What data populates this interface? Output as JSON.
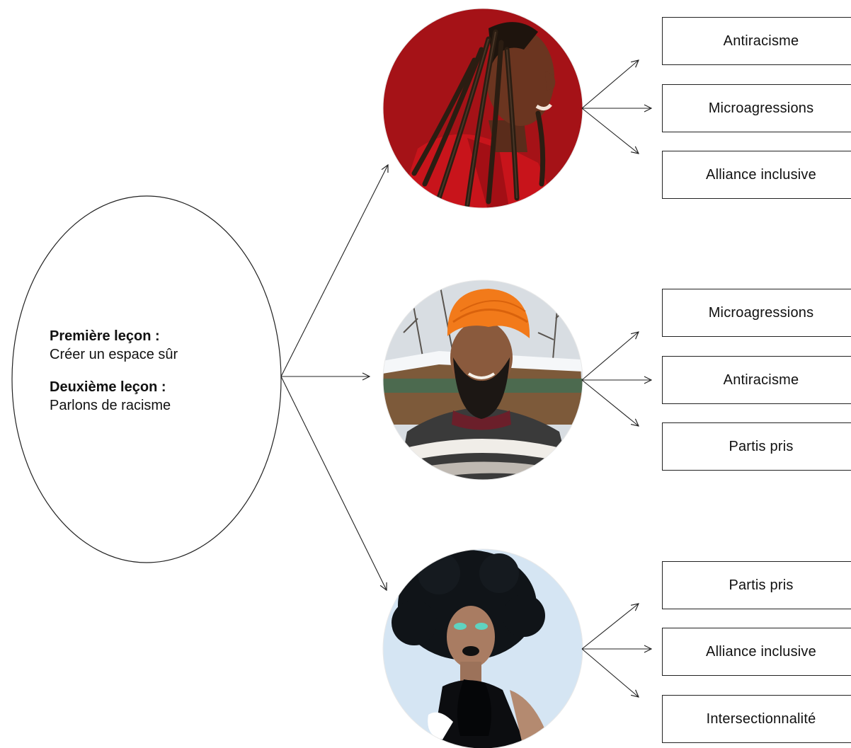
{
  "center": {
    "lesson1": {
      "title": "Première leçon :",
      "subtitle": "Créer un espace sûr"
    },
    "lesson2": {
      "title": "Deuxième leçon :",
      "subtitle": "Parlons de racisme"
    }
  },
  "people": [
    {
      "name": "person-1",
      "topics": [
        "Antiracisme",
        "Microagressions",
        "Alliance inclusive"
      ]
    },
    {
      "name": "person-2",
      "topics": [
        "Microagressions",
        "Antiracisme",
        "Partis pris"
      ]
    },
    {
      "name": "person-3",
      "topics": [
        "Partis pris",
        "Alliance inclusive",
        "Intersectionnalité"
      ]
    }
  ],
  "colors": {
    "line": "#222222",
    "photo1_bg": "#b3151b",
    "photo2_bg": "#d8dde2",
    "photo3_bg": "#c9def0",
    "turban": "#f27a1a"
  }
}
